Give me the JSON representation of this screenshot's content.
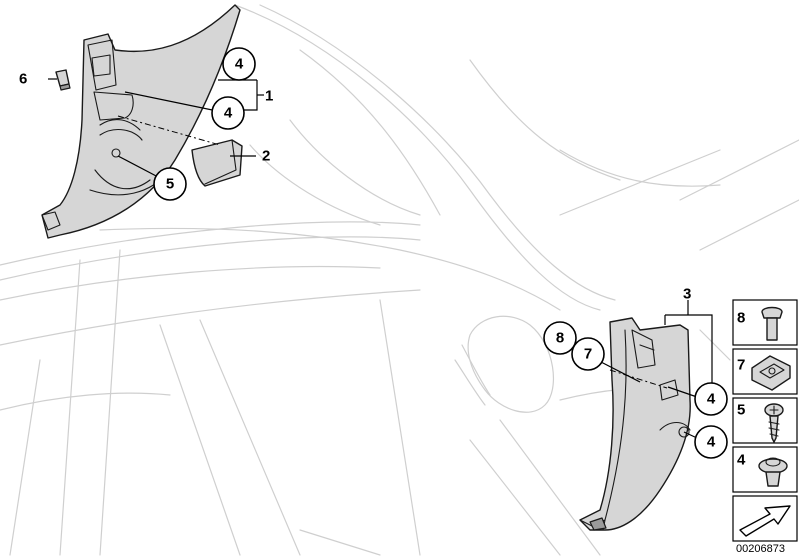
{
  "callouts": {
    "upper_4a": "4",
    "upper_4b": "4",
    "upper_5": "5",
    "lower_8": "8",
    "lower_7": "7",
    "lower_4a": "4",
    "lower_4b": "4"
  },
  "labels": {
    "label_1": "1",
    "label_2": "2",
    "label_3": "3",
    "label_6": "6"
  },
  "legend": {
    "items": [
      {
        "number": "8",
        "icon": "bolt-icon"
      },
      {
        "number": "7",
        "icon": "clip-nut-icon"
      },
      {
        "number": "5",
        "icon": "screw-icon"
      },
      {
        "number": "4",
        "icon": "expanding-rivet-icon"
      },
      {
        "icon": "arrow-icon"
      }
    ]
  },
  "document_number": "00206873"
}
